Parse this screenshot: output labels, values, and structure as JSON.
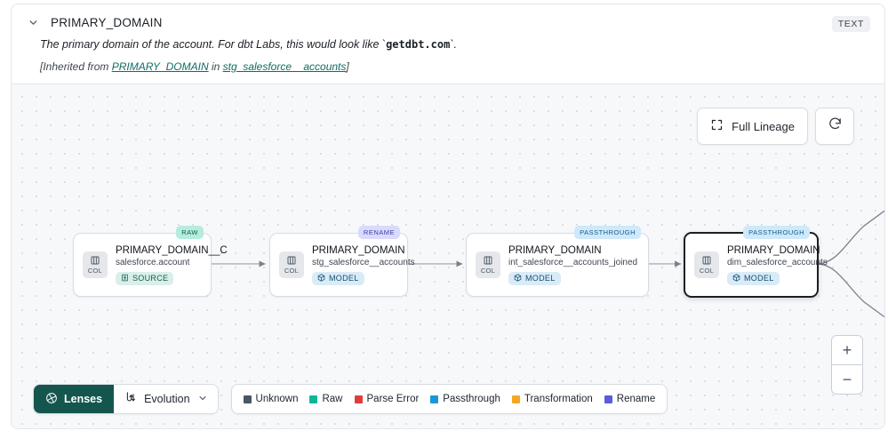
{
  "header": {
    "title": "PRIMARY_DOMAIN",
    "type_badge": "TEXT",
    "chevron_icon": "chevron-down-icon",
    "description_pre": "The primary domain of the account. For dbt Labs, this would look like `",
    "description_code": "getdbt.com",
    "description_post": "`.",
    "inherited_prefix": "[Inherited from ",
    "inherited_column": "PRIMARY_DOMAIN",
    "inherited_mid": " in ",
    "inherited_model": "stg_salesforce__accounts",
    "inherited_suffix": "]"
  },
  "toolbar": {
    "full_lineage_label": "Full Lineage",
    "full_lineage_icon": "expand-icon",
    "refresh_icon": "refresh-icon"
  },
  "zoom_controls": {
    "zoom_in_label": "+",
    "zoom_out_label": "−"
  },
  "graph": {
    "column_chip_label": "COL",
    "column_chip_icon": "columns-icon",
    "nodes": [
      {
        "pill": "RAW",
        "pill_kind": "raw",
        "title": "PRIMARY_DOMAIN__C",
        "subtitle": "salesforce.account",
        "tag": "SOURCE",
        "tag_kind": "source",
        "tag_icon": "database-icon",
        "selected": false
      },
      {
        "pill": "RENAME",
        "pill_kind": "rename",
        "title": "PRIMARY_DOMAIN",
        "subtitle": "stg_salesforce__accounts",
        "tag": "MODEL",
        "tag_kind": "model",
        "tag_icon": "cube-icon",
        "selected": false
      },
      {
        "pill": "PASSTHROUGH",
        "pill_kind": "passthrough",
        "title": "PRIMARY_DOMAIN",
        "subtitle": "int_salesforce__accounts_joined",
        "tag": "MODEL",
        "tag_kind": "model",
        "tag_icon": "cube-icon",
        "selected": false
      },
      {
        "pill": "PASSTHROUGH",
        "pill_kind": "passthrough",
        "title": "PRIMARY_DOMAIN",
        "subtitle": "dim_salesforce_accounts",
        "tag": "MODEL",
        "tag_kind": "model",
        "tag_icon": "cube-icon",
        "selected": true
      }
    ]
  },
  "bottom_bar": {
    "lenses_label": "Lenses",
    "lenses_icon": "aperture-icon",
    "evolution_label": "Evolution",
    "evolution_icon": "evolution-icon",
    "evolution_chevron_icon": "chevron-down-icon",
    "legend": [
      {
        "label": "Unknown",
        "color": "#4b5563"
      },
      {
        "label": "Raw",
        "color": "#0fb697"
      },
      {
        "label": "Parse Error",
        "color": "#e23b3b"
      },
      {
        "label": "Passthrough",
        "color": "#1b96d8"
      },
      {
        "label": "Transformation",
        "color": "#f5a623"
      },
      {
        "label": "Rename",
        "color": "#5b5bdb"
      }
    ]
  }
}
